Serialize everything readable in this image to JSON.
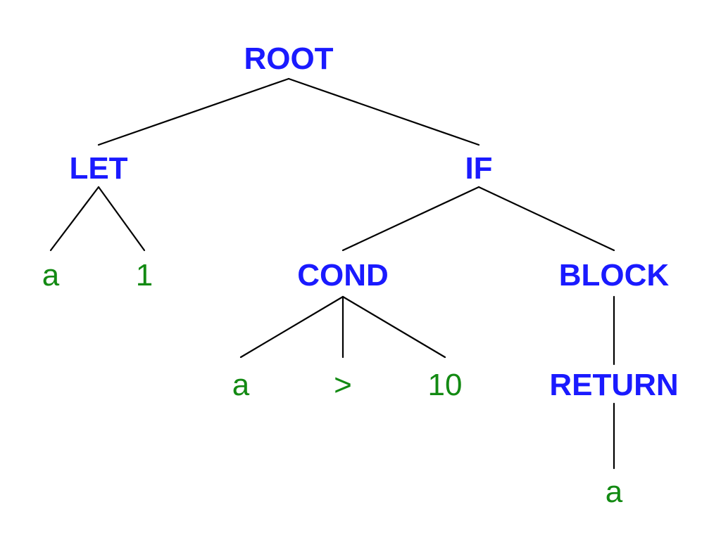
{
  "colors": {
    "internal_node": "#1a1aff",
    "leaf_node": "#138a13",
    "edge": "#000000",
    "background": "#ffffff"
  },
  "nodes": [
    {
      "id": "root",
      "label": "ROOT",
      "kind": "internal",
      "parent": null
    },
    {
      "id": "let",
      "label": "LET",
      "kind": "internal",
      "parent": "root"
    },
    {
      "id": "if",
      "label": "IF",
      "kind": "internal",
      "parent": "root"
    },
    {
      "id": "let-a",
      "label": "a",
      "kind": "leaf",
      "parent": "let"
    },
    {
      "id": "let-1",
      "label": "1",
      "kind": "leaf",
      "parent": "let"
    },
    {
      "id": "cond",
      "label": "COND",
      "kind": "internal",
      "parent": "if"
    },
    {
      "id": "block",
      "label": "BLOCK",
      "kind": "internal",
      "parent": "if"
    },
    {
      "id": "cond-a",
      "label": "a",
      "kind": "leaf",
      "parent": "cond"
    },
    {
      "id": "cond-gt",
      "label": ">",
      "kind": "leaf",
      "parent": "cond"
    },
    {
      "id": "cond-10",
      "label": "10",
      "kind": "leaf",
      "parent": "cond"
    },
    {
      "id": "return",
      "label": "RETURN",
      "kind": "internal",
      "parent": "block"
    },
    {
      "id": "return-a",
      "label": "a",
      "kind": "leaf",
      "parent": "return"
    }
  ]
}
